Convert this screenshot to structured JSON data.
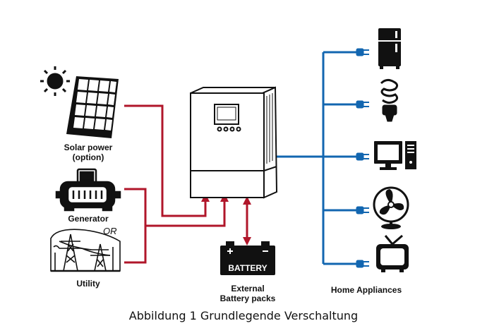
{
  "labels": {
    "solar_line1": "Solar power",
    "solar_line2": "(option)",
    "generator": "Generator",
    "or": "OR",
    "utility": "Utility",
    "battery_badge": "BATTERY",
    "battery_line1": "External",
    "battery_line2": "Battery packs",
    "home": "Home Appliances"
  },
  "caption": "Abbildung 1 Grundlegende Verschaltung",
  "colors": {
    "ac_input": "#b0162a",
    "ac_output": "#1266b0",
    "ink": "#111111"
  },
  "icons": [
    "sun-icon",
    "solar-panel-icon",
    "generator-icon",
    "utility-tower-icon",
    "inverter-icon",
    "battery-icon",
    "fridge-icon",
    "bulb-icon",
    "computer-icon",
    "fan-icon",
    "tv-icon"
  ]
}
